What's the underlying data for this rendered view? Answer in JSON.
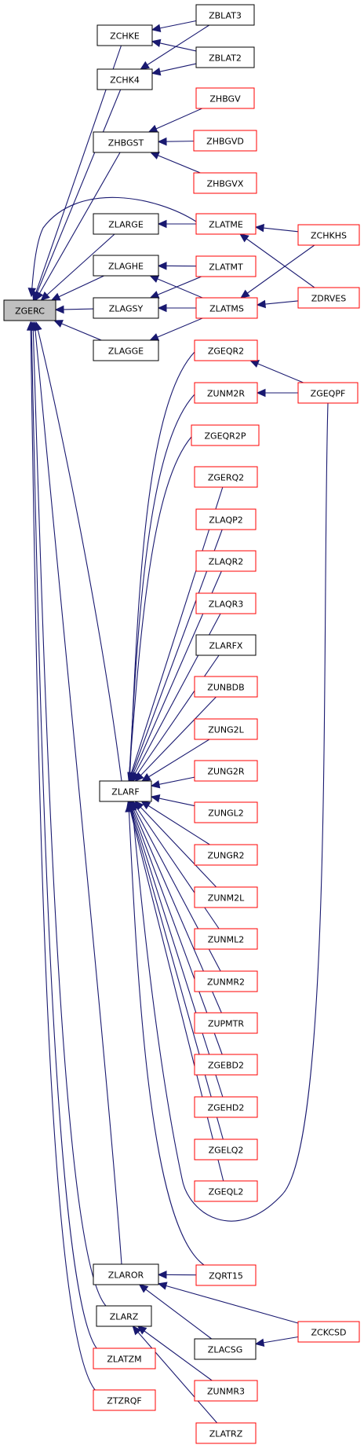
{
  "colors": {
    "edge": "#191970",
    "box_black": "#000000",
    "box_red": "#ff0000",
    "root_fill": "#c0c0c0"
  },
  "nodes": [
    {
      "id": "ZGERC",
      "label": "ZGERC",
      "style": "gray"
    },
    {
      "id": "ZCHKE",
      "label": "ZCHKE",
      "style": "black"
    },
    {
      "id": "ZCHK4",
      "label": "ZCHK4",
      "style": "black"
    },
    {
      "id": "ZBLAT3",
      "label": "ZBLAT3",
      "style": "black"
    },
    {
      "id": "ZBLAT2",
      "label": "ZBLAT2",
      "style": "black"
    },
    {
      "id": "ZHBGST",
      "label": "ZHBGST",
      "style": "black"
    },
    {
      "id": "ZHBGV",
      "label": "ZHBGV",
      "style": "red"
    },
    {
      "id": "ZHBGVD",
      "label": "ZHBGVD",
      "style": "red"
    },
    {
      "id": "ZHBGVX",
      "label": "ZHBGVX",
      "style": "red"
    },
    {
      "id": "ZLARGE",
      "label": "ZLARGE",
      "style": "black"
    },
    {
      "id": "ZLATME",
      "label": "ZLATME",
      "style": "red"
    },
    {
      "id": "ZCHKHS",
      "label": "ZCHKHS",
      "style": "red"
    },
    {
      "id": "ZLAGHE",
      "label": "ZLAGHE",
      "style": "black"
    },
    {
      "id": "ZLATMT",
      "label": "ZLATMT",
      "style": "red"
    },
    {
      "id": "ZLAGSY",
      "label": "ZLAGSY",
      "style": "black"
    },
    {
      "id": "ZLATMS",
      "label": "ZLATMS",
      "style": "red"
    },
    {
      "id": "ZDRVES",
      "label": "ZDRVES",
      "style": "red"
    },
    {
      "id": "ZLAGGE",
      "label": "ZLAGGE",
      "style": "black"
    },
    {
      "id": "ZGEQR2",
      "label": "ZGEQR2",
      "style": "red"
    },
    {
      "id": "ZUNM2R",
      "label": "ZUNM2R",
      "style": "red"
    },
    {
      "id": "ZGEQPF",
      "label": "ZGEQPF",
      "style": "red"
    },
    {
      "id": "ZGEQR2P",
      "label": "ZGEQR2P",
      "style": "red"
    },
    {
      "id": "ZGERQ2",
      "label": "ZGERQ2",
      "style": "red"
    },
    {
      "id": "ZLAQP2",
      "label": "ZLAQP2",
      "style": "red"
    },
    {
      "id": "ZLAQR2",
      "label": "ZLAQR2",
      "style": "red"
    },
    {
      "id": "ZLAQR3",
      "label": "ZLAQR3",
      "style": "red"
    },
    {
      "id": "ZLARFX",
      "label": "ZLARFX",
      "style": "black"
    },
    {
      "id": "ZUNBDB",
      "label": "ZUNBDB",
      "style": "red"
    },
    {
      "id": "ZUNG2L",
      "label": "ZUNG2L",
      "style": "red"
    },
    {
      "id": "ZLARF",
      "label": "ZLARF",
      "style": "black"
    },
    {
      "id": "ZUNG2R",
      "label": "ZUNG2R",
      "style": "red"
    },
    {
      "id": "ZUNGL2",
      "label": "ZUNGL2",
      "style": "red"
    },
    {
      "id": "ZUNGR2",
      "label": "ZUNGR2",
      "style": "red"
    },
    {
      "id": "ZUNM2L",
      "label": "ZUNM2L",
      "style": "red"
    },
    {
      "id": "ZUNML2",
      "label": "ZUNML2",
      "style": "red"
    },
    {
      "id": "ZUNMR2",
      "label": "ZUNMR2",
      "style": "red"
    },
    {
      "id": "ZUPMTR",
      "label": "ZUPMTR",
      "style": "red"
    },
    {
      "id": "ZGEBD2",
      "label": "ZGEBD2",
      "style": "red"
    },
    {
      "id": "ZGEHD2",
      "label": "ZGEHD2",
      "style": "red"
    },
    {
      "id": "ZGELQ2",
      "label": "ZGELQ2",
      "style": "red"
    },
    {
      "id": "ZGEQL2",
      "label": "ZGEQL2",
      "style": "red"
    },
    {
      "id": "ZLAROR",
      "label": "ZLAROR",
      "style": "black"
    },
    {
      "id": "ZQRT15",
      "label": "ZQRT15",
      "style": "red"
    },
    {
      "id": "ZLARZ",
      "label": "ZLARZ",
      "style": "black"
    },
    {
      "id": "ZCKCSD",
      "label": "ZCKCSD",
      "style": "red"
    },
    {
      "id": "ZLACSG",
      "label": "ZLACSG",
      "style": "black"
    },
    {
      "id": "ZLATZM",
      "label": "ZLATZM",
      "style": "red"
    },
    {
      "id": "ZUNMR3",
      "label": "ZUNMR3",
      "style": "red"
    },
    {
      "id": "ZTZRQF",
      "label": "ZTZRQF",
      "style": "red"
    },
    {
      "id": "ZLATRZ",
      "label": "ZLATRZ",
      "style": "red"
    }
  ],
  "edges": [
    {
      "from": "ZCHKE",
      "to": "ZGERC"
    },
    {
      "from": "ZCHK4",
      "to": "ZGERC"
    },
    {
      "from": "ZHBGST",
      "to": "ZGERC"
    },
    {
      "from": "ZLATME",
      "to": "ZGERC"
    },
    {
      "from": "ZLARGE",
      "to": "ZGERC"
    },
    {
      "from": "ZLAGHE",
      "to": "ZGERC"
    },
    {
      "from": "ZLAGSY",
      "to": "ZGERC"
    },
    {
      "from": "ZLAGGE",
      "to": "ZGERC"
    },
    {
      "from": "ZLARF",
      "to": "ZGERC"
    },
    {
      "from": "ZLAROR",
      "to": "ZGERC"
    },
    {
      "from": "ZLARZ",
      "to": "ZGERC"
    },
    {
      "from": "ZLATZM",
      "to": "ZGERC"
    },
    {
      "from": "ZTZRQF",
      "to": "ZGERC"
    },
    {
      "from": "ZBLAT3",
      "to": "ZCHKE"
    },
    {
      "from": "ZBLAT2",
      "to": "ZCHKE"
    },
    {
      "from": "ZBLAT3",
      "to": "ZCHK4"
    },
    {
      "from": "ZBLAT2",
      "to": "ZCHK4"
    },
    {
      "from": "ZHBGV",
      "to": "ZHBGST"
    },
    {
      "from": "ZHBGVD",
      "to": "ZHBGST"
    },
    {
      "from": "ZHBGVX",
      "to": "ZHBGST"
    },
    {
      "from": "ZLATME",
      "to": "ZLARGE"
    },
    {
      "from": "ZCHKHS",
      "to": "ZLATME"
    },
    {
      "from": "ZDRVES",
      "to": "ZLATME"
    },
    {
      "from": "ZLATMT",
      "to": "ZLAGHE"
    },
    {
      "from": "ZLATMS",
      "to": "ZLAGHE"
    },
    {
      "from": "ZLATMS",
      "to": "ZLAGSY"
    },
    {
      "from": "ZLATMT",
      "to": "ZLAGSY"
    },
    {
      "from": "ZLATMS",
      "to": "ZLAGGE"
    },
    {
      "from": "ZCHKHS",
      "to": "ZLATMS"
    },
    {
      "from": "ZDRVES",
      "to": "ZLATMS"
    },
    {
      "from": "ZGEQPF",
      "to": "ZGEQR2"
    },
    {
      "from": "ZGEQPF",
      "to": "ZUNM2R"
    },
    {
      "from": "ZGEQR2",
      "to": "ZLARF"
    },
    {
      "from": "ZUNM2R",
      "to": "ZLARF"
    },
    {
      "from": "ZGEQR2P",
      "to": "ZLARF"
    },
    {
      "from": "ZGERQ2",
      "to": "ZLARF"
    },
    {
      "from": "ZLAQP2",
      "to": "ZLARF"
    },
    {
      "from": "ZLAQR2",
      "to": "ZLARF"
    },
    {
      "from": "ZLAQR3",
      "to": "ZLARF"
    },
    {
      "from": "ZLARFX",
      "to": "ZLARF"
    },
    {
      "from": "ZUNBDB",
      "to": "ZLARF"
    },
    {
      "from": "ZUNG2L",
      "to": "ZLARF"
    },
    {
      "from": "ZUNG2R",
      "to": "ZLARF"
    },
    {
      "from": "ZUNGL2",
      "to": "ZLARF"
    },
    {
      "from": "ZUNGR2",
      "to": "ZLARF"
    },
    {
      "from": "ZUNM2L",
      "to": "ZLARF"
    },
    {
      "from": "ZUNML2",
      "to": "ZLARF"
    },
    {
      "from": "ZUNMR2",
      "to": "ZLARF"
    },
    {
      "from": "ZUPMTR",
      "to": "ZLARF"
    },
    {
      "from": "ZGEBD2",
      "to": "ZLARF"
    },
    {
      "from": "ZGEHD2",
      "to": "ZLARF"
    },
    {
      "from": "ZGELQ2",
      "to": "ZLARF"
    },
    {
      "from": "ZGEQL2",
      "to": "ZLARF"
    },
    {
      "from": "ZGEQPF",
      "to": "ZLARF"
    },
    {
      "from": "ZQRT15",
      "to": "ZLARF"
    },
    {
      "from": "ZQRT15",
      "to": "ZLAROR"
    },
    {
      "from": "ZCKCSD",
      "to": "ZLAROR"
    },
    {
      "from": "ZLACSG",
      "to": "ZLAROR"
    },
    {
      "from": "ZCKCSD",
      "to": "ZLACSG"
    },
    {
      "from": "ZUNMR3",
      "to": "ZLARZ"
    },
    {
      "from": "ZLATRZ",
      "to": "ZLARZ"
    }
  ]
}
